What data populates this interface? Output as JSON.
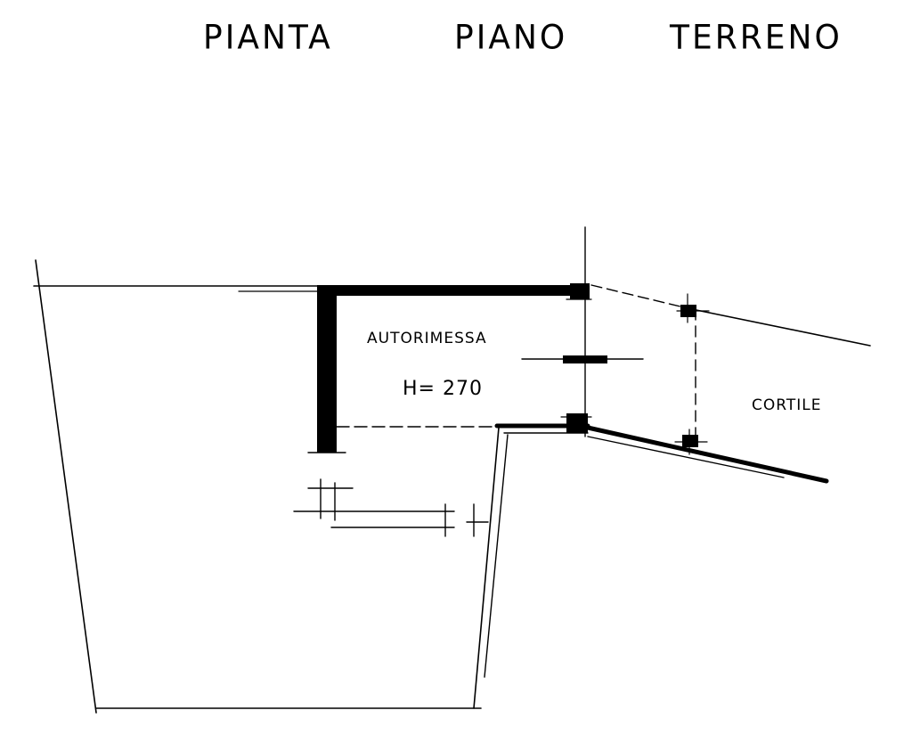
{
  "title": {
    "word1": "PIANTA",
    "word2": "PIANO",
    "word3": "TERRENO"
  },
  "rooms": {
    "garage_label": "AUTORIMESSA",
    "height_label": "H= 270",
    "courtyard_label": "CORTILE"
  }
}
